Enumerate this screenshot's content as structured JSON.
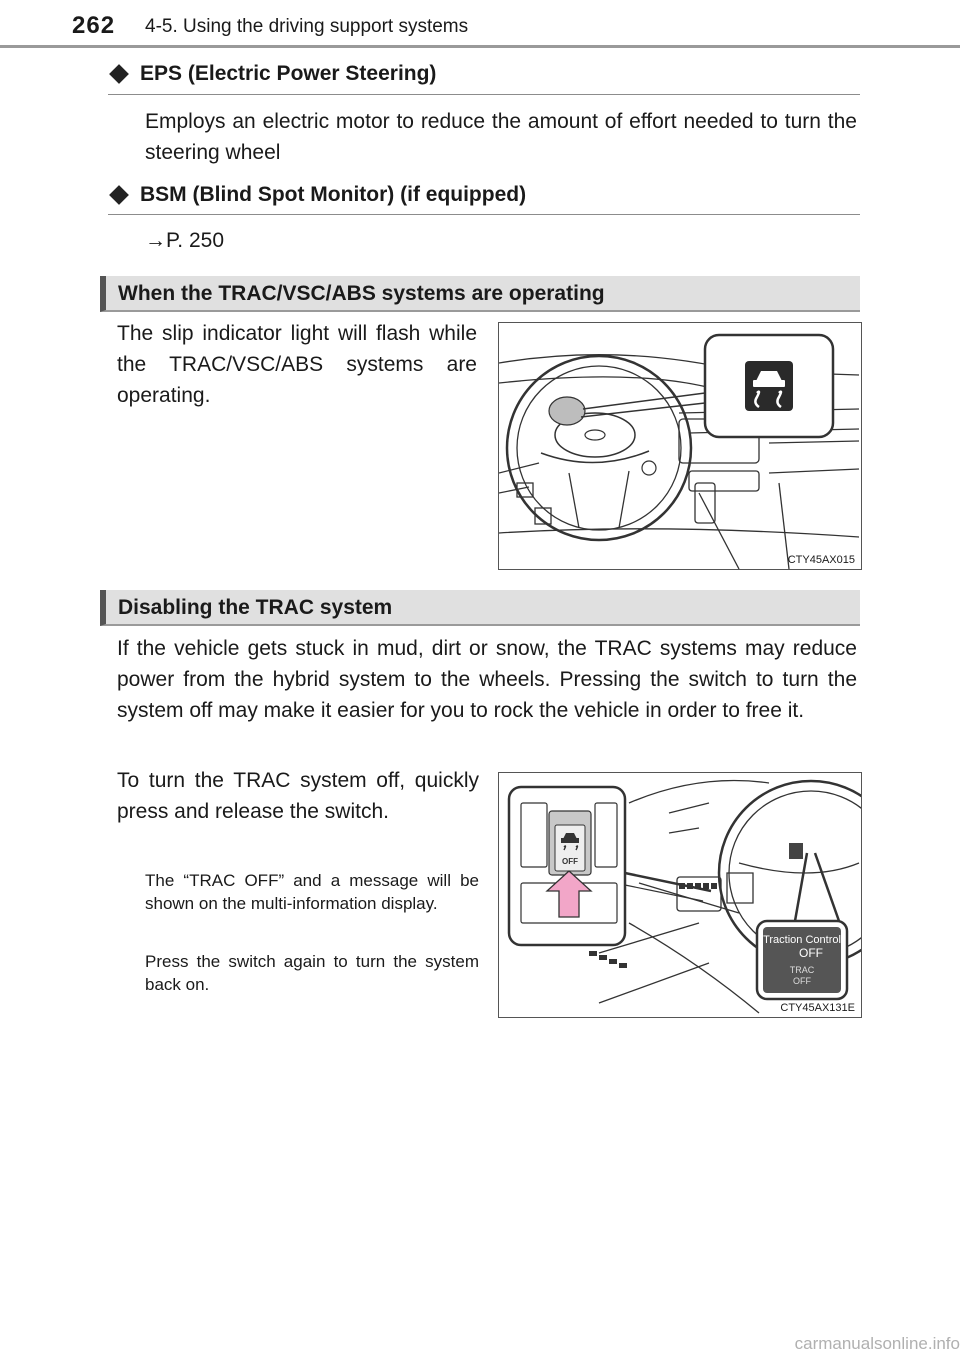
{
  "header": {
    "page_number": "262",
    "section": "4-5. Using the driving support systems"
  },
  "eps": {
    "title": "EPS (Electric Power Steering)",
    "body": "Employs an electric motor to reduce the amount of effort needed to turn the steering wheel"
  },
  "bsm": {
    "title": "BSM (Blind Spot Monitor) (if equipped)",
    "reference": "→P. 250"
  },
  "trac_operating": {
    "heading": "When the TRAC/VSC/ABS systems are operating",
    "body": "The slip indicator light will flash while the TRAC/VSC/ABS systems are operating.",
    "figure_code": "CTY45AX015"
  },
  "trac_disable": {
    "heading": "Disabling the TRAC system",
    "body": "If the vehicle gets stuck in mud, dirt or snow, the TRAC systems may reduce power from the hybrid system to the wheels. Pressing the switch to turn the system off may make it easier for you to rock the vehicle in order to free it.",
    "instruction": "To turn the TRAC system off, quickly press and release the switch.",
    "note_1": "The “TRAC OFF” and a message will be shown on the multi-information display.",
    "note_2": "Press the switch again to turn the system back on.",
    "figure_code": "CTY45AX131E",
    "switch_label": "OFF",
    "display_title": "Traction Control",
    "display_status": "OFF",
    "display_trac_line1": "TRAC",
    "display_trac_line2": "OFF"
  },
  "footer": {
    "watermark": "carmanualsonline.info"
  }
}
